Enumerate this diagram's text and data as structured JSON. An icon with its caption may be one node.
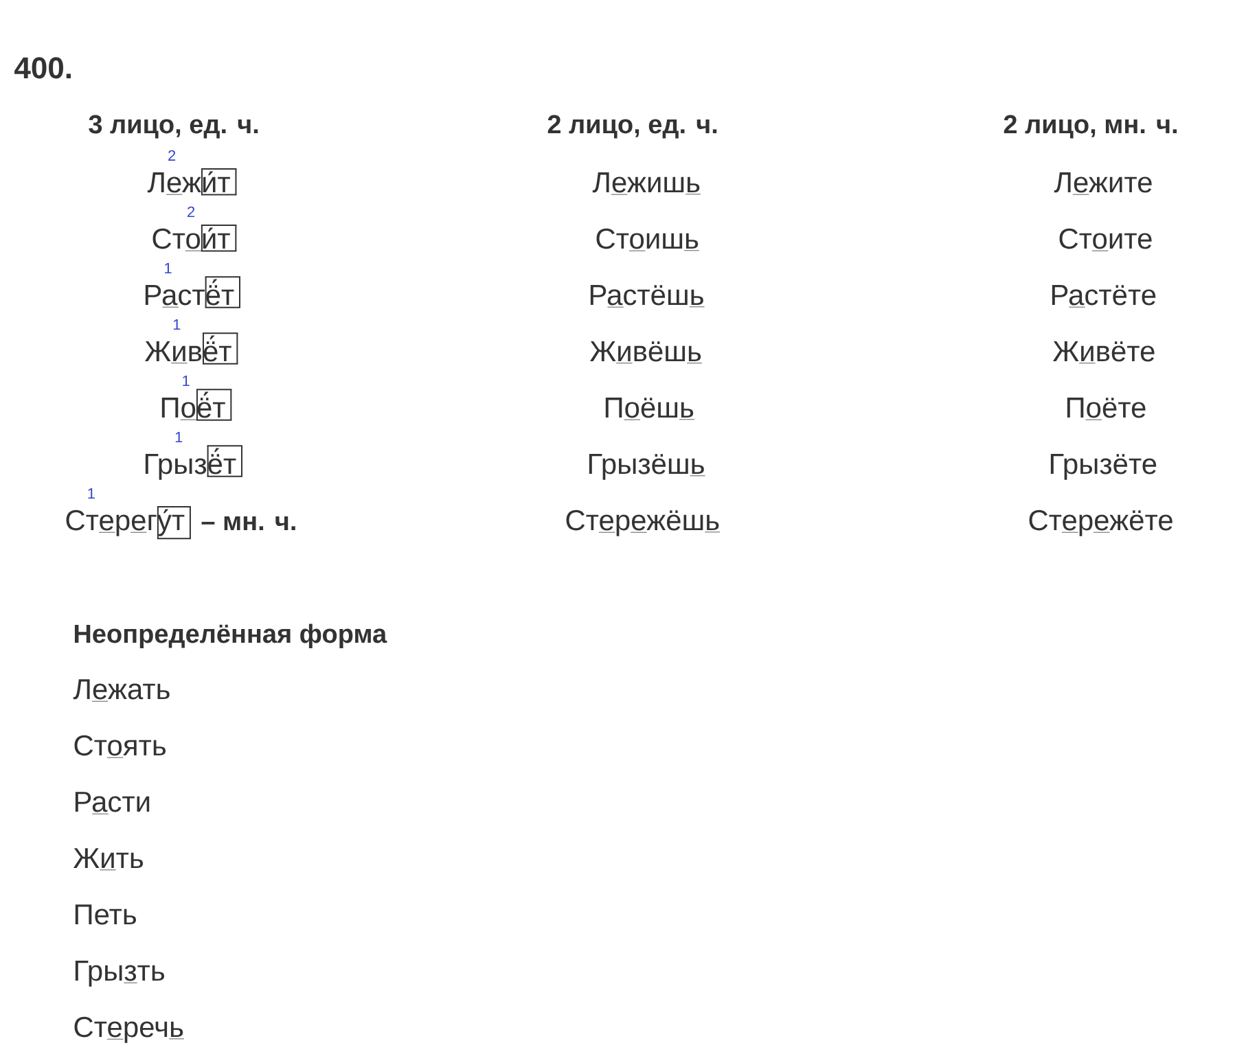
{
  "diagram": {
    "labels": [
      "400.",
      "3 лицо, ед. ч.",
      "2 лицо, ед. ч.",
      "2 лицо, мн. ч.",
      "2",
      "Лежи́т",
      "Лежишь",
      "Лежите",
      "2",
      "Стои́т",
      "Стоишь",
      "Стоите",
      "1",
      "Растё́т",
      "Растёшь",
      "Растёте",
      "1",
      "Живё́т",
      "Живёшь",
      "Живёте",
      "1",
      "Поё́т",
      "Поёшь",
      "Поёте",
      "1",
      "Грызё́т",
      "Грызёшь",
      "Грызёте",
      "1",
      "Стерегу́т",
      "– мн. ч.",
      "Стережёшь",
      "Стережёте",
      "Неопределённая форма",
      "Лежать",
      "Стоять",
      "Расти",
      "Жить",
      "Петь",
      "Грызть",
      "Стеречь"
    ]
  }
}
